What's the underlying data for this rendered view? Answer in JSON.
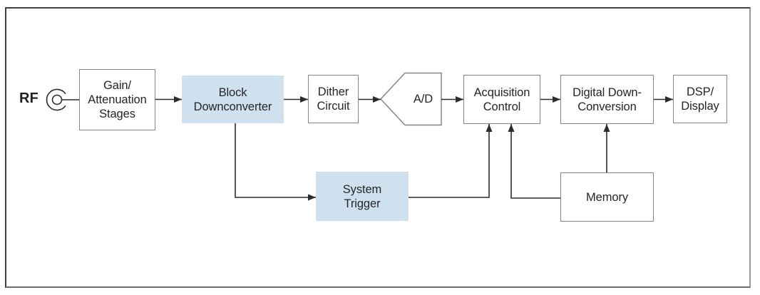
{
  "diagram": {
    "input": {
      "label": "RF"
    },
    "blocks": {
      "gain_attenuation": {
        "label": "Gain/\nAttenuation\nStages",
        "highlighted": false
      },
      "block_downconverter": {
        "label": "Block\nDownconverter",
        "highlighted": true
      },
      "dither_circuit": {
        "label": "Dither\nCircuit",
        "highlighted": false
      },
      "adc": {
        "label": "A/D",
        "highlighted": false
      },
      "acquisition_control": {
        "label": "Acquisition\nControl",
        "highlighted": false
      },
      "digital_downconversion": {
        "label": "Digital Down-\nConversion",
        "highlighted": false
      },
      "dsp_display": {
        "label": "DSP/\nDisplay",
        "highlighted": false
      },
      "system_trigger": {
        "label": "System\nTrigger",
        "highlighted": true
      },
      "memory": {
        "label": "Memory",
        "highlighted": false
      }
    },
    "connections": [
      {
        "from": "rf_input",
        "to": "gain_attenuation",
        "arrow": false
      },
      {
        "from": "gain_attenuation",
        "to": "block_downconverter",
        "arrow": true
      },
      {
        "from": "block_downconverter",
        "to": "dither_circuit",
        "arrow": true
      },
      {
        "from": "dither_circuit",
        "to": "adc",
        "arrow": true
      },
      {
        "from": "adc",
        "to": "acquisition_control",
        "arrow": true
      },
      {
        "from": "acquisition_control",
        "to": "digital_downconversion",
        "arrow": true
      },
      {
        "from": "digital_downconversion",
        "to": "dsp_display",
        "arrow": true
      },
      {
        "from": "block_downconverter",
        "to": "system_trigger",
        "arrow": true
      },
      {
        "from": "system_trigger",
        "to": "acquisition_control",
        "arrow": true
      },
      {
        "from": "memory",
        "to": "acquisition_control",
        "arrow": true
      },
      {
        "from": "memory",
        "to": "digital_downconversion",
        "arrow": true
      }
    ],
    "colors": {
      "highlight_fill": "#cfe0ee",
      "box_border": "#84868a",
      "connector_line": "#2b2c30",
      "text": "#26262a",
      "frame_border_dark": "#3f4046",
      "frame_border_light": "#97999c"
    }
  }
}
